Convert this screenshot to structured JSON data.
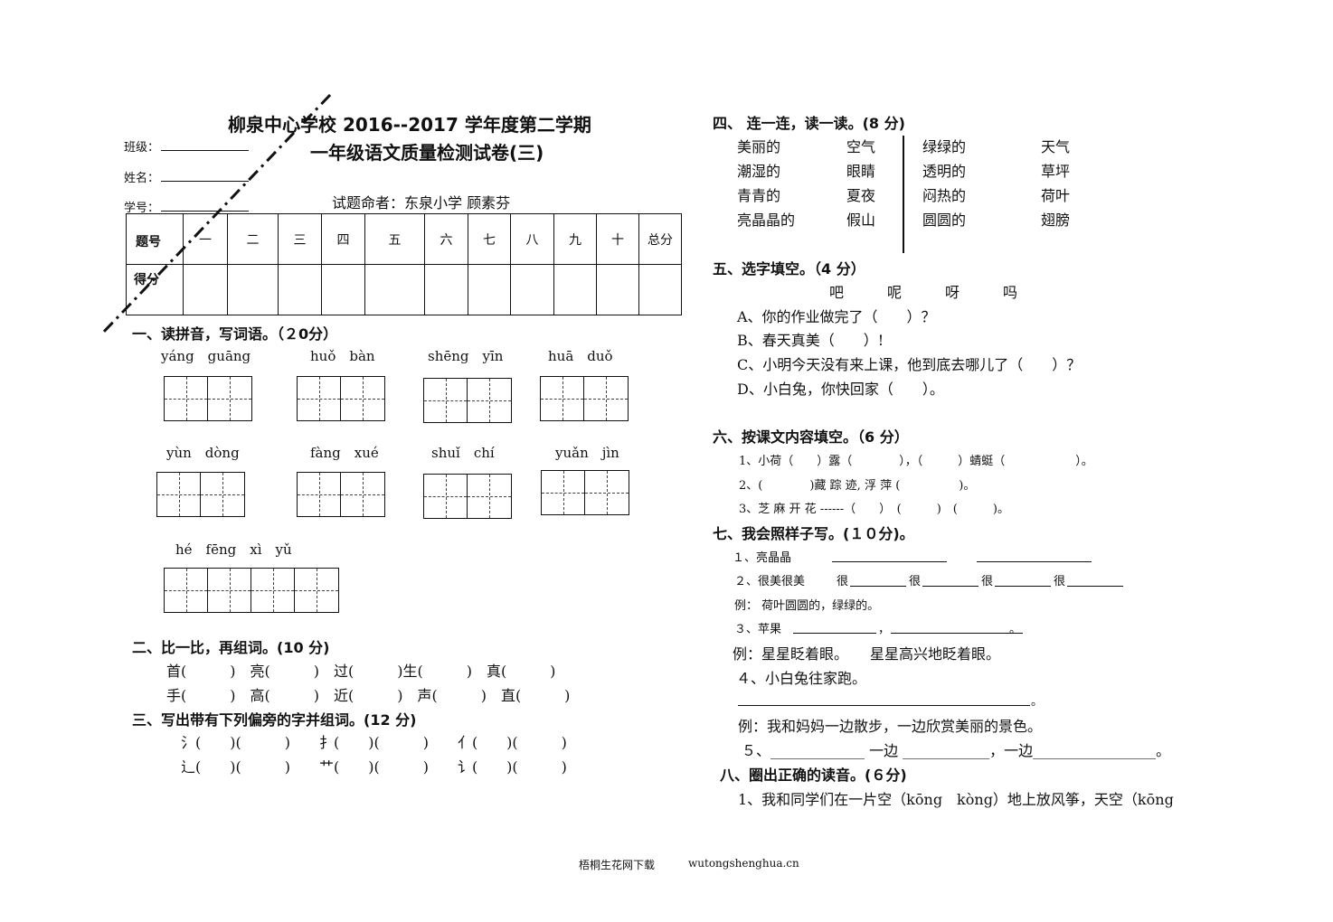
{
  "header": {
    "title1": "柳泉中心学校 2016--2017 学年度第二学期",
    "title2": "一年级语文质量检测试卷(三)",
    "author": "试题命者：东泉小学 顾素芬",
    "class_label": "班级：",
    "name_label": "姓名：",
    "id_label": "学号："
  },
  "score_table": {
    "row1_label": "题号",
    "row2_label": "得分",
    "columns": [
      "一",
      "二",
      "三",
      "四",
      "五",
      "六",
      "七",
      "八",
      "九",
      "十",
      "总分"
    ]
  },
  "s1": {
    "heading": "一、读拼音，写词语。（２0分）",
    "pinyin": [
      "yáng　guāng",
      "huǒ　bàn",
      "shēng　yīn",
      "huā　duǒ",
      "yùn　dòng",
      "fàng　xué",
      "shuǐ　chí",
      "yuǎn　jìn",
      "hé　fēng　xì　yǔ"
    ]
  },
  "s2": {
    "heading": "二、比一比，再组词。(10 分)",
    "row1": "首(　　　)　亮(　　　)　过(　　　)生(　　　)　真(　　　)",
    "row2": "手(　　　)　高(　　　)　近(　　　)　声(　　　)　直(　　　)"
  },
  "s3": {
    "heading": "三、写出带有下列偏旁的字并组词。(12 分)",
    "row1": "氵(　　)(　　　)　　扌(　　)(　　　)　　亻(　　)(　　　)",
    "row2": "辶(　　)(　　　)　　艹(　　)(　　　)　　讠(　　)(　　　)"
  },
  "s4": {
    "heading": "四、 连一连，读一读。(8 分)",
    "left_a": [
      "美丽的",
      "潮湿的",
      "青青的",
      "亮晶晶的"
    ],
    "left_b": [
      "空气",
      "眼睛",
      "夏夜",
      "假山"
    ],
    "right_a": [
      "绿绿的",
      "透明的",
      "闷热的",
      "圆圆的"
    ],
    "right_b": [
      "天气",
      "草坪",
      "荷叶",
      "翅膀"
    ]
  },
  "s5": {
    "heading": "五、选字填空。（4 分）",
    "choices": "吧　　　呢　　　呀　　　吗",
    "items": [
      "A、你的作业做完了（　　）？",
      "B、春天真美（　　）!",
      "C、小明今天没有来上课，他到底去哪儿了（　　）？",
      "D、小白兔，你快回家（　　）。"
    ]
  },
  "s6": {
    "heading": "六、按课文内容填空。（6 分）",
    "items": [
      "1、小荷（　　）露（　　　　），（　　　）蜻蜓（　　　　　　）。",
      "2、(　　　　)藏 踪 迹, 浮 萍 (　　　　　)。",
      "3、芝 麻 开 花 ------（　　）　(　　　)　(　　　)。"
    ]
  },
  "s7": {
    "heading": "七、我会照样子写。(１０分)。",
    "item1": "１、亮晶晶",
    "item2a": "２、很美很美",
    "item2b": "很",
    "item2c": "很",
    "item2d": "很",
    "item2e": "很",
    "ex1": "例：  荷叶圆圆的，绿绿的。",
    "item3": "３、苹果",
    "item3b": "，",
    "item3c": "。",
    "ex2": "例：星星眨着眼。　　星星高兴地眨着眼。",
    "item4": "４、小白兔往家跑。",
    "item4end": "。",
    "ex3": "例：我和妈妈一边散步，一边欣赏美丽的景色。",
    "item5": "５、_____________ 一边 ____________，一边_________________。"
  },
  "s8": {
    "heading": "八、圈出正确的读音。(６分)",
    "item1": "1、我和同学们在一片空（kōng　kòng）地上放风筝，天空（kōng"
  },
  "footer": {
    "site_name": "梧桐生花网下载",
    "url": "wutongshenghua.cn"
  }
}
